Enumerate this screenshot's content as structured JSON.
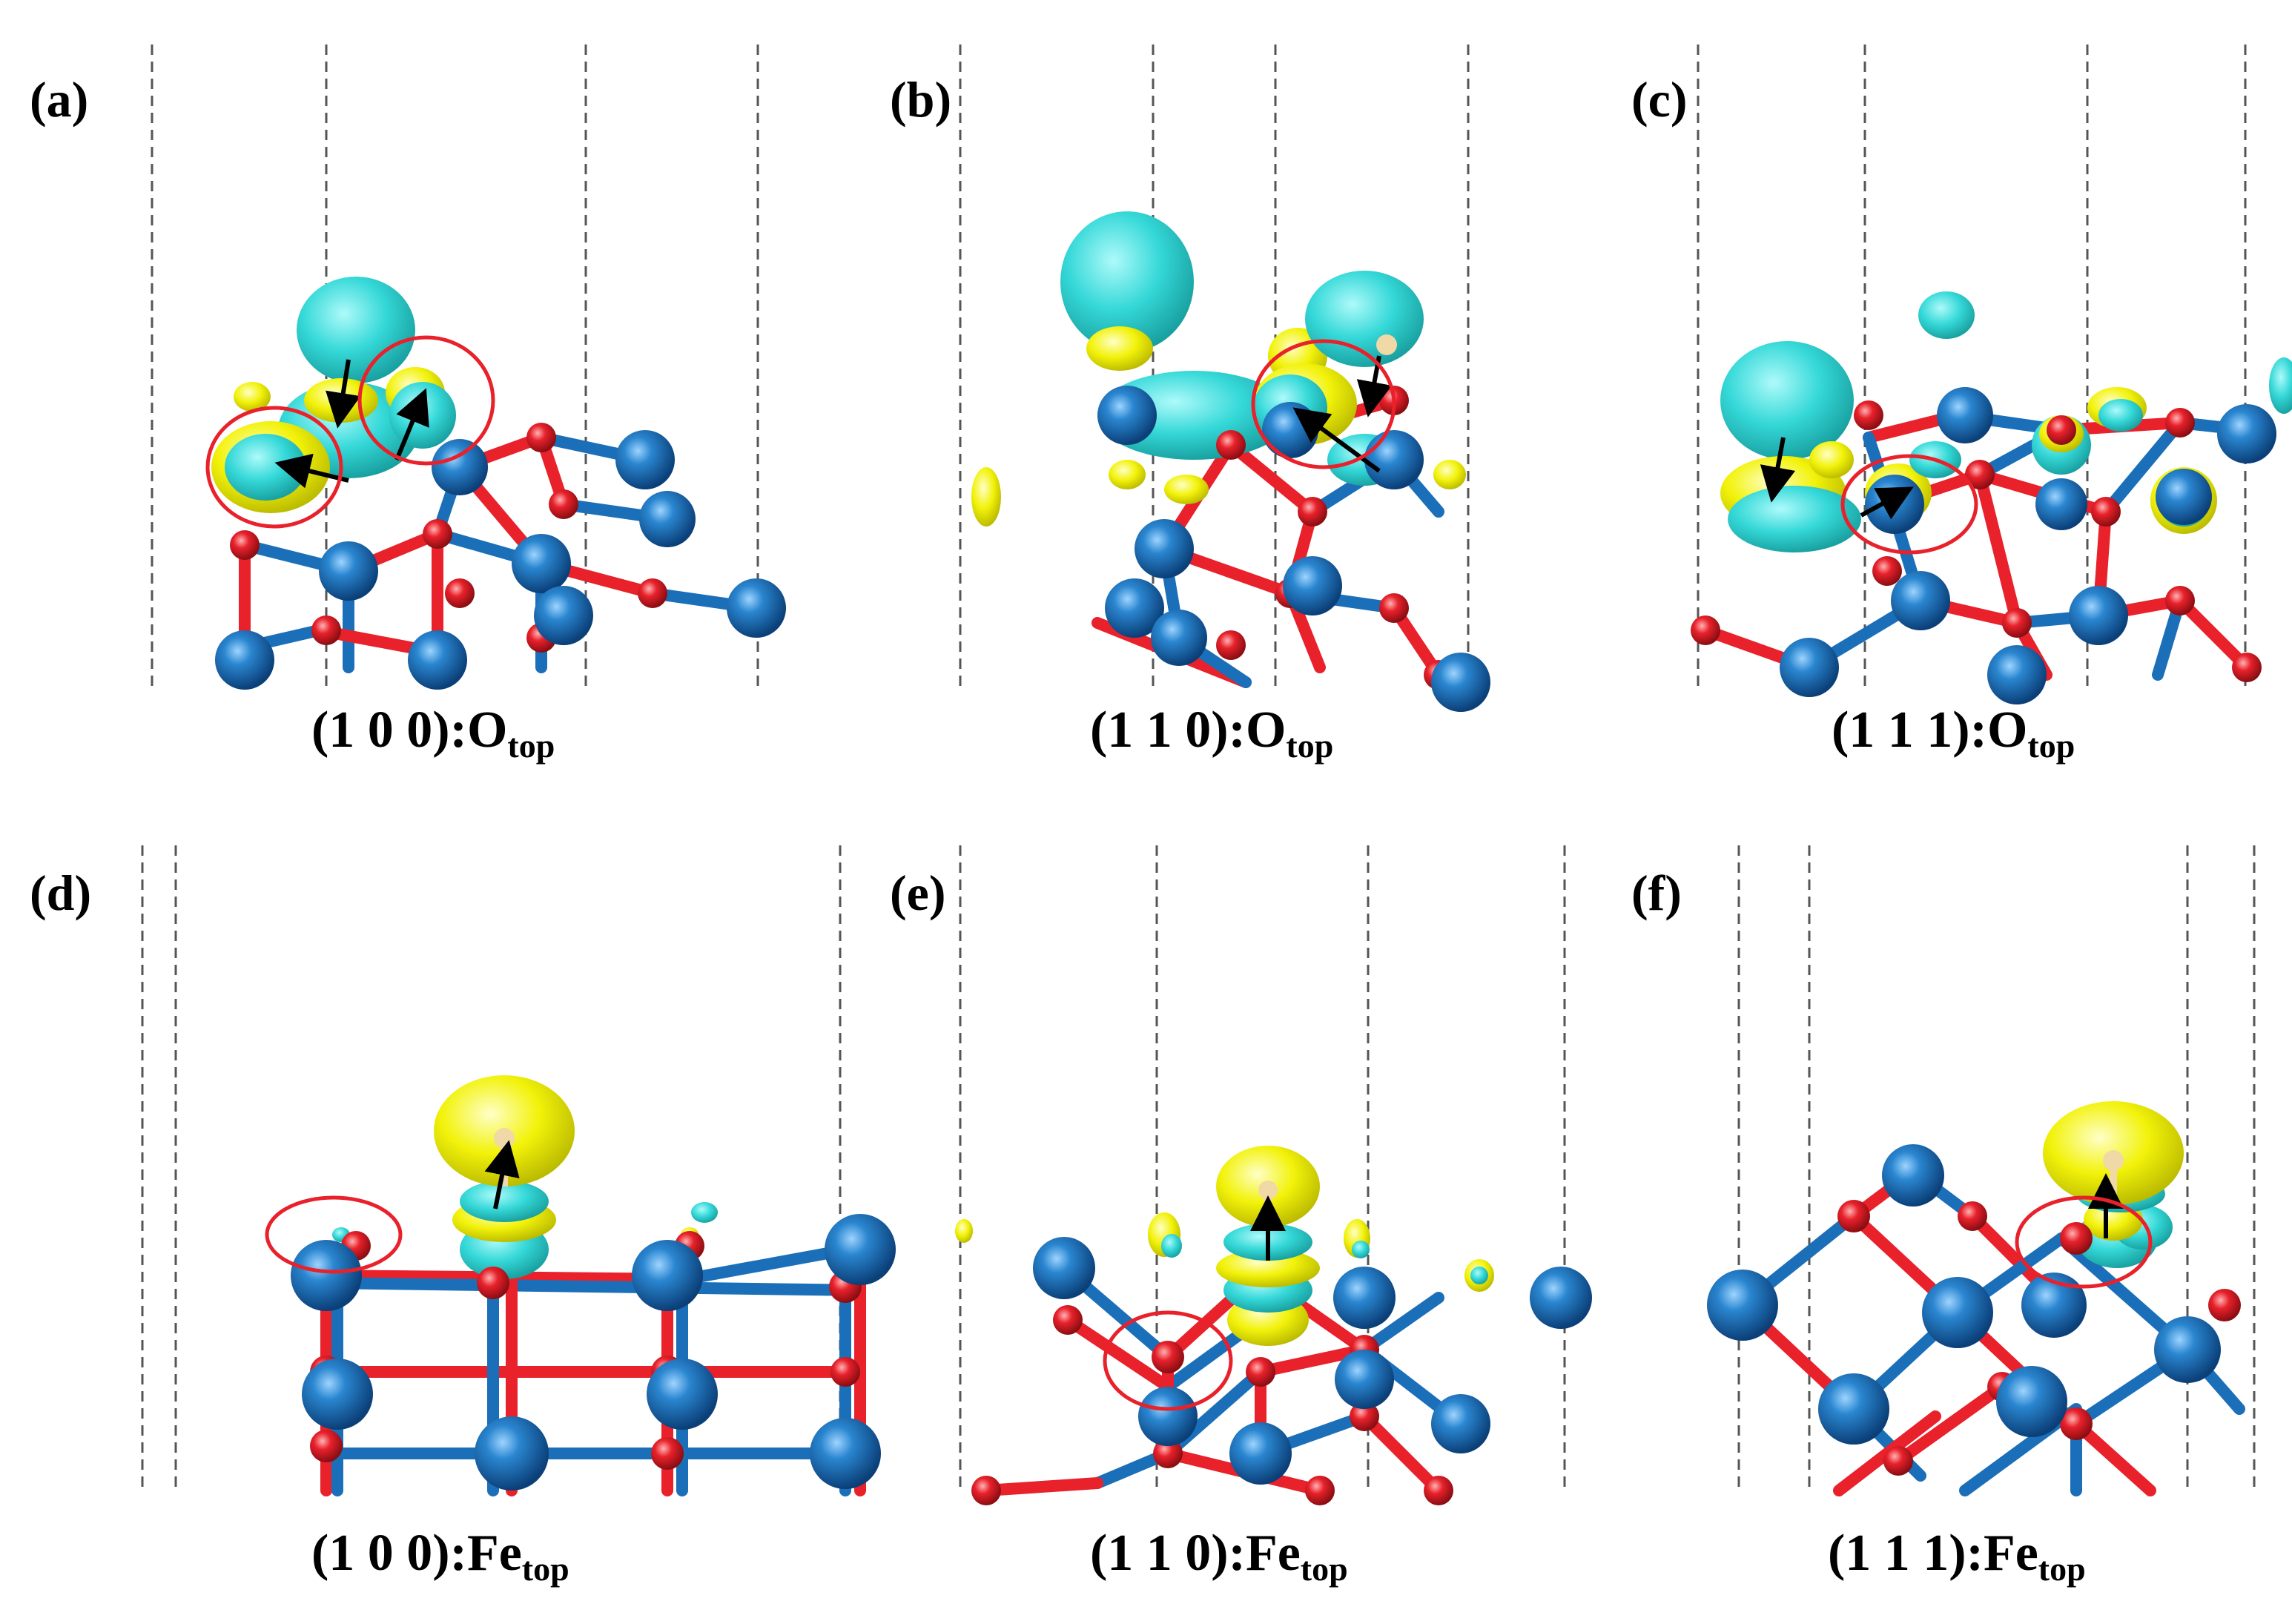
{
  "figure": {
    "panels": [
      {
        "id": "a",
        "letter": "(a)",
        "facet": "(1 0 0)",
        "site": "O",
        "site_sub": "top",
        "adsorbate": "O_top"
      },
      {
        "id": "b",
        "letter": "(b)",
        "facet": "(1 1 0)",
        "site": "O",
        "site_sub": "top",
        "adsorbate": "O_top"
      },
      {
        "id": "c",
        "letter": "(c)",
        "facet": "(1 1 1)",
        "site": "O",
        "site_sub": "top",
        "adsorbate": "O_top"
      },
      {
        "id": "d",
        "letter": "(d)",
        "facet": "(1 0 0)",
        "site": "Fe",
        "site_sub": "top",
        "adsorbate": "Fe_top"
      },
      {
        "id": "e",
        "letter": "(e)",
        "facet": "(1 1 0)",
        "site": "Fe",
        "site_sub": "top",
        "adsorbate": "Fe_top"
      },
      {
        "id": "f",
        "letter": "(f)",
        "facet": "(1 1 1)",
        "site": "Fe",
        "site_sub": "top",
        "adsorbate": "Fe_top"
      }
    ],
    "colors": {
      "fe_atom": "#1a6fb8",
      "o_atom": "#e8212b",
      "h_atom": "#f0d9a6",
      "charge_accumulation": "#f2f20a",
      "charge_depletion": "#22d6d6",
      "highlight_circle": "#e8212b",
      "arrow": "#000000",
      "cell_boundary": "#444444"
    }
  }
}
